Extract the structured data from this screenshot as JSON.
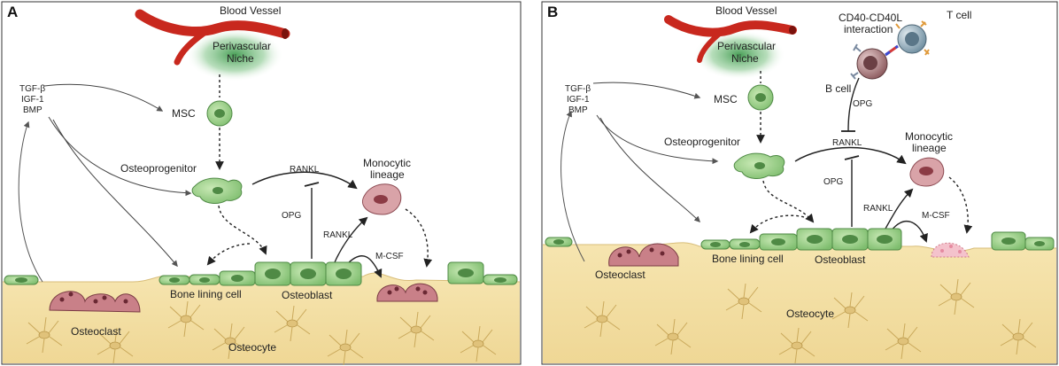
{
  "panels": [
    {
      "letter": "A",
      "labels": {
        "blood_vessel": "Blood Vessel",
        "niche_line1": "Perivascular",
        "niche_line2": "Niche",
        "factors": [
          "TGF-β",
          "IGF-1",
          "BMP"
        ],
        "msc": "MSC",
        "osteoprogenitor": "Osteoprogenitor",
        "rankl_top": "RANKL",
        "monocytic_line1": "Monocytic",
        "monocytic_line2": "lineage",
        "opg": "OPG",
        "rankl_side": "RANKL",
        "mcsf": "M-CSF",
        "bone_lining_cell": "Bone lining cell",
        "osteoblast": "Osteoblast",
        "osteoclast": "Osteoclast",
        "osteocyte": "Osteocyte"
      }
    },
    {
      "letter": "B",
      "labels": {
        "blood_vessel": "Blood Vessel",
        "niche_line1": "Perivascular",
        "niche_line2": "Niche",
        "cd40_line1": "CD40-CD40L",
        "cd40_line2": "interaction",
        "t_cell": "T cell",
        "b_cell": "B cell",
        "factors": [
          "TGF-β",
          "IGF-1",
          "BMP"
        ],
        "msc": "MSC",
        "opg_top": "OPG",
        "rankl_top": "RANKL",
        "osteoprogenitor": "Osteoprogenitor",
        "monocytic_line1": "Monocytic",
        "monocytic_line2": "lineage",
        "opg_mid": "OPG",
        "rankl_side": "RANKL",
        "mcsf": "M-CSF",
        "bone_lining_cell": "Bone lining cell",
        "osteoblast": "Osteoblast",
        "osteoclast": "Osteoclast",
        "osteocyte": "Osteocyte"
      }
    }
  ],
  "colors": {
    "bone": "#f2dfa6",
    "vessel": "#c8281e",
    "niche_glow": "#5fb06a",
    "cell_green": "#9fd08a",
    "osteoclast": "#c98088",
    "b_cell": "#a8787a",
    "t_cell": "#8fa9b8"
  }
}
